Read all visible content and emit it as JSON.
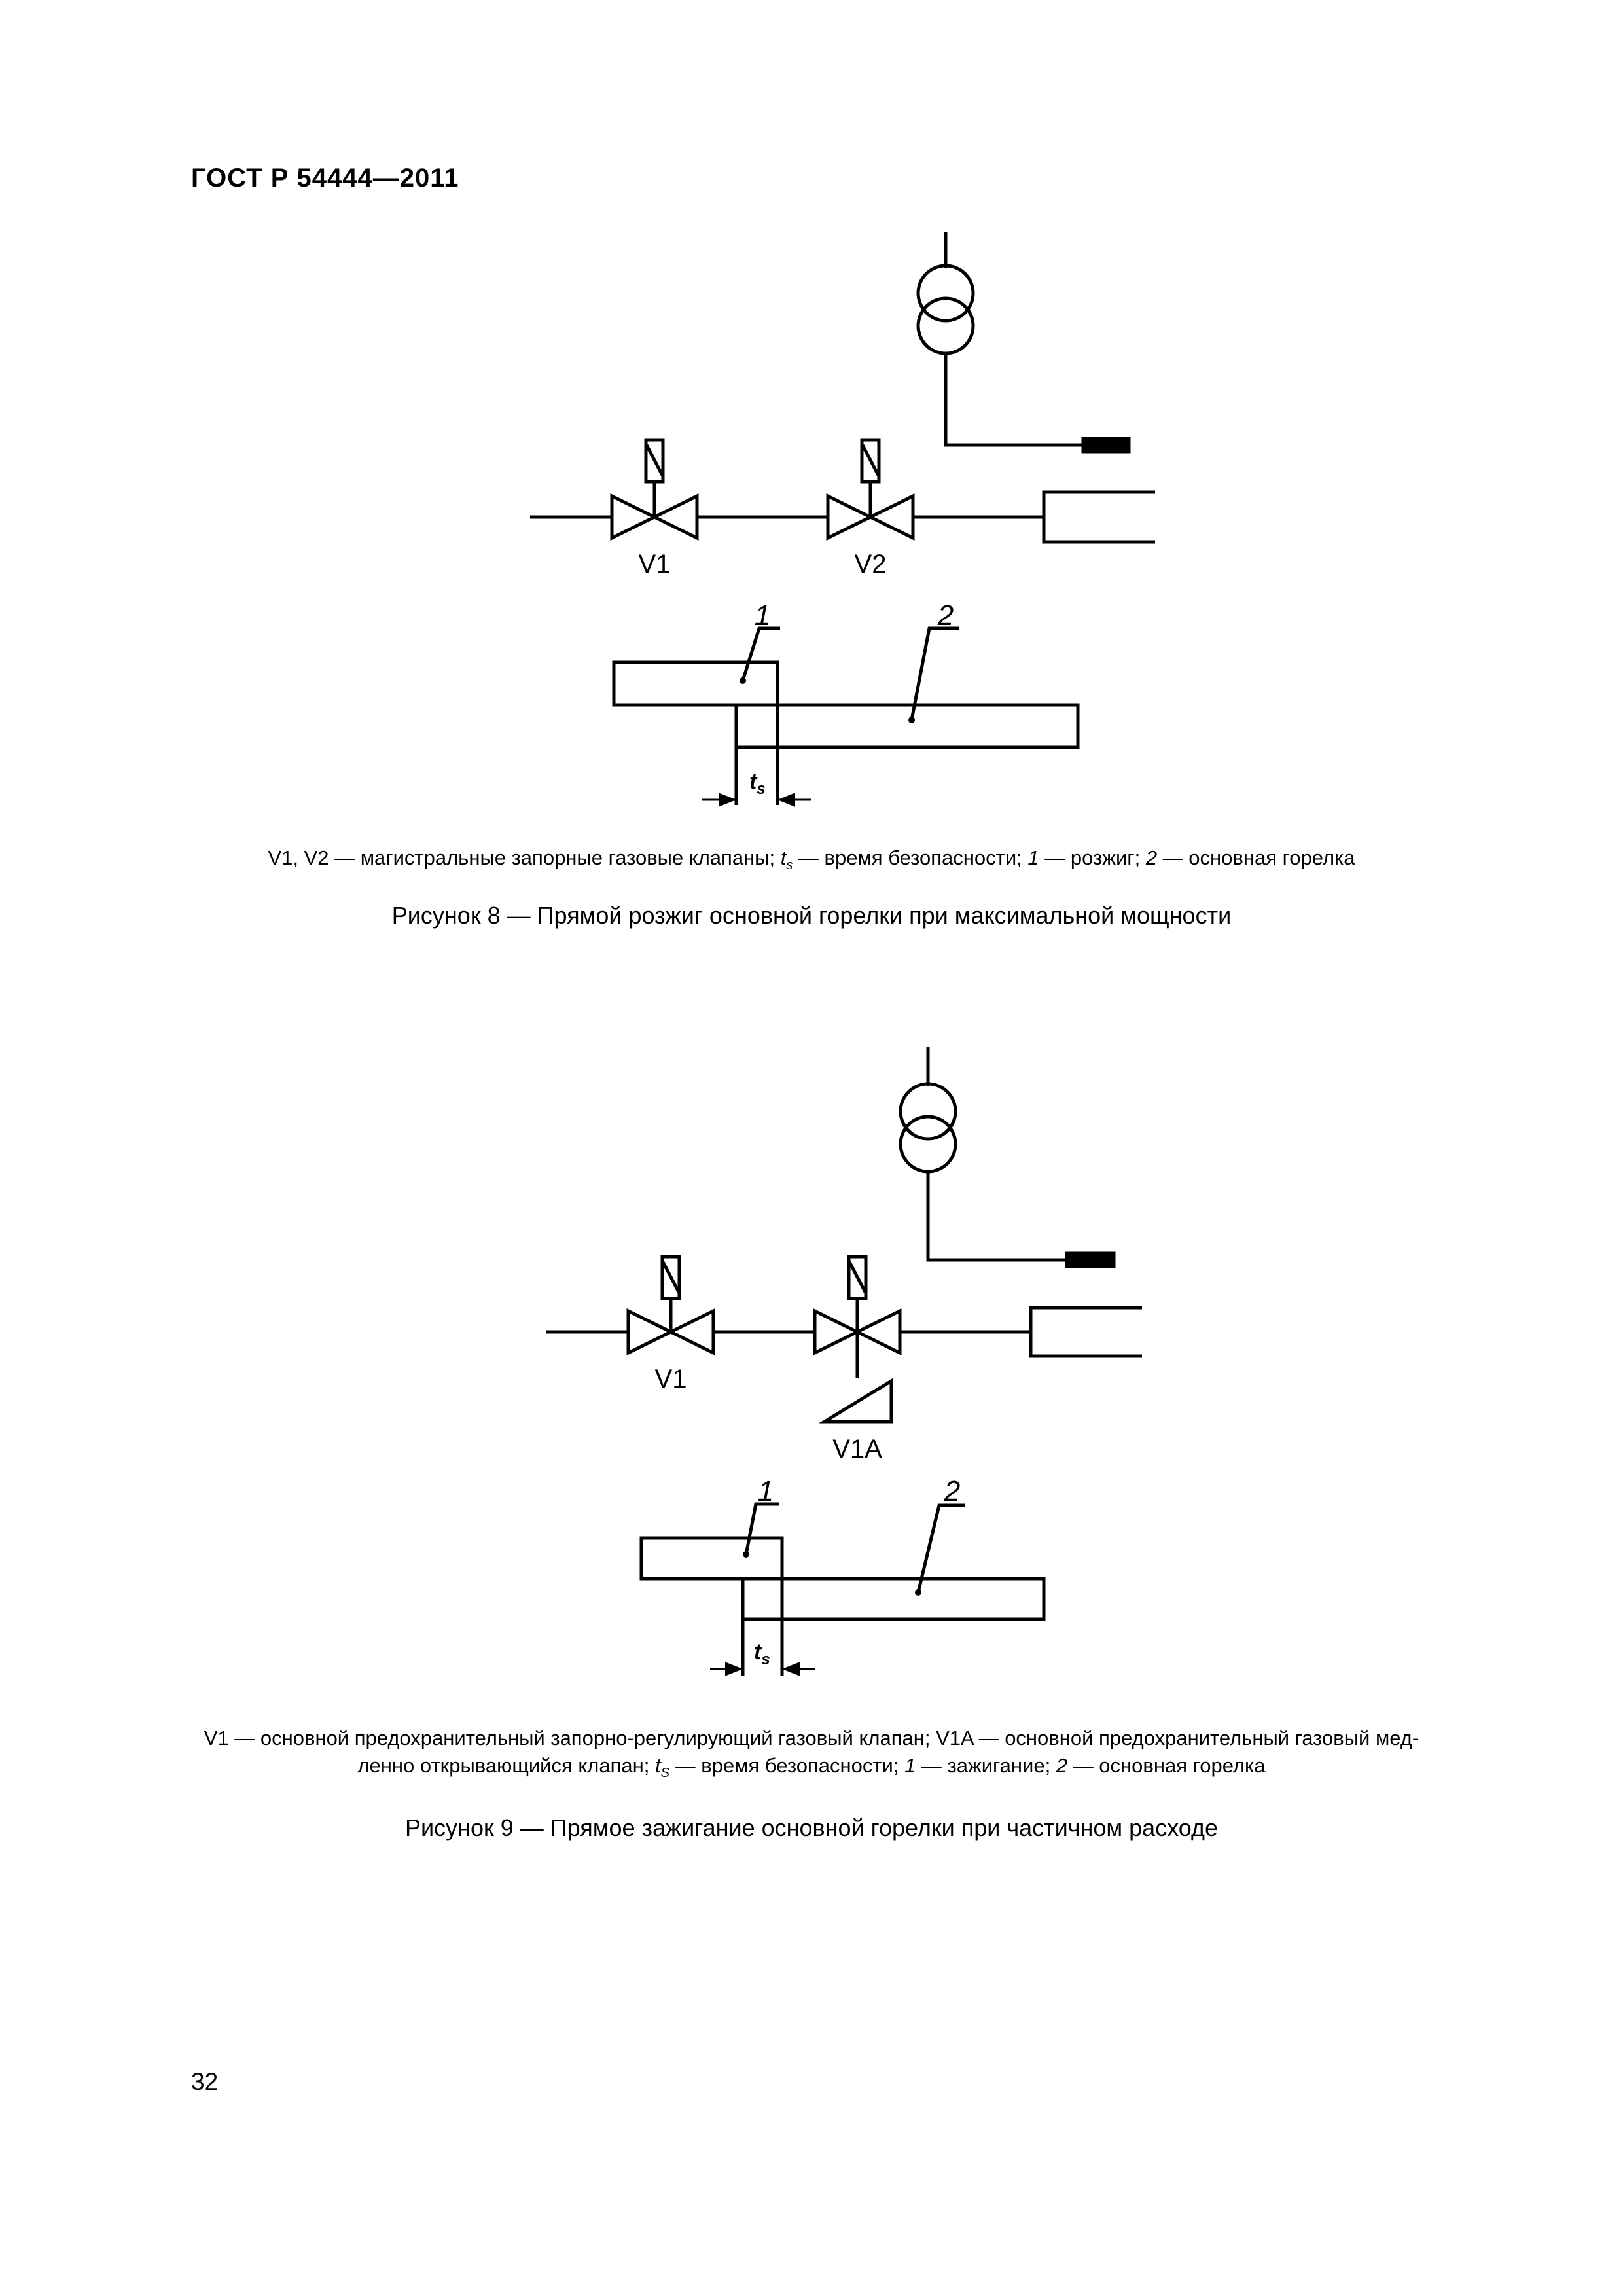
{
  "header": {
    "doc_id": "ГОСТ Р 54444—2011"
  },
  "page_number": "32",
  "figure8": {
    "valve1_label": "V1",
    "valve2_label": "V2",
    "pos1": "1",
    "pos2": "2",
    "ts": "t",
    "ts_sub": "s",
    "legend": {
      "p1": "V1, V2 — магистральные запорные газовые клапаны; ",
      "t": "t",
      "s": "s",
      "p2": " — время безопасности; ",
      "n1": "1",
      "p3": " — розжиг; ",
      "n2": "2",
      "p4": " — основная горелка"
    },
    "caption": "Рисунок 8 — Прямой розжиг основной горелки при максимальной мощности"
  },
  "figure9": {
    "valve1_label": "V1",
    "valve2_label": "V1A",
    "pos1": "1",
    "pos2": "2",
    "ts": "t",
    "ts_sub": "s",
    "legend": {
      "line1": "V1 — основной предохранительный запорно-регулирующий газовый клапан; V1A — основной предохранительный газовый мед-",
      "p1": "ленно открывающийся клапан; ",
      "t": "t",
      "s": "S",
      "p2": " — время безопасности; ",
      "n1": "1",
      "p3": " — зажигание; ",
      "n2": "2",
      "p4": " — основная горелка"
    },
    "caption": "Рисунок 9 — Прямое зажигание основной горелки при частичном расходе"
  }
}
